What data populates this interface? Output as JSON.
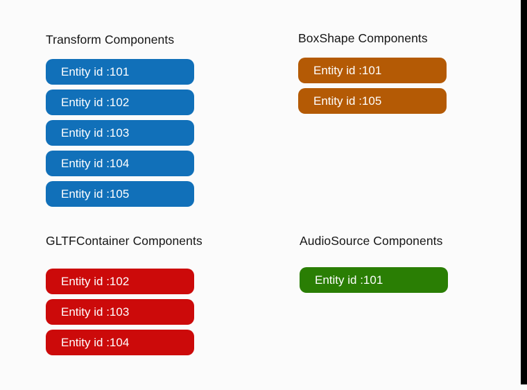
{
  "page": {
    "background_color": "#fbfbfb",
    "edge_bar_color": "#000000"
  },
  "sections": [
    {
      "title": "Transform Components",
      "color": "#1170b9",
      "pills": [
        "Entity id :101",
        "Entity id :102",
        "Entity id :103",
        "Entity id :104",
        "Entity id :105"
      ]
    },
    {
      "title": "BoxShape Components",
      "color": "#b45a05",
      "pills": [
        "Entity id :101",
        "Entity id :105"
      ]
    },
    {
      "title": "GLTFContainer Components",
      "color": "#cc0a0a",
      "pills": [
        "Entity id :102",
        "Entity id :103",
        "Entity id :104"
      ]
    },
    {
      "title": "AudioSource Components",
      "color": "#2a7e04",
      "pills": [
        "Entity id :101"
      ]
    }
  ]
}
